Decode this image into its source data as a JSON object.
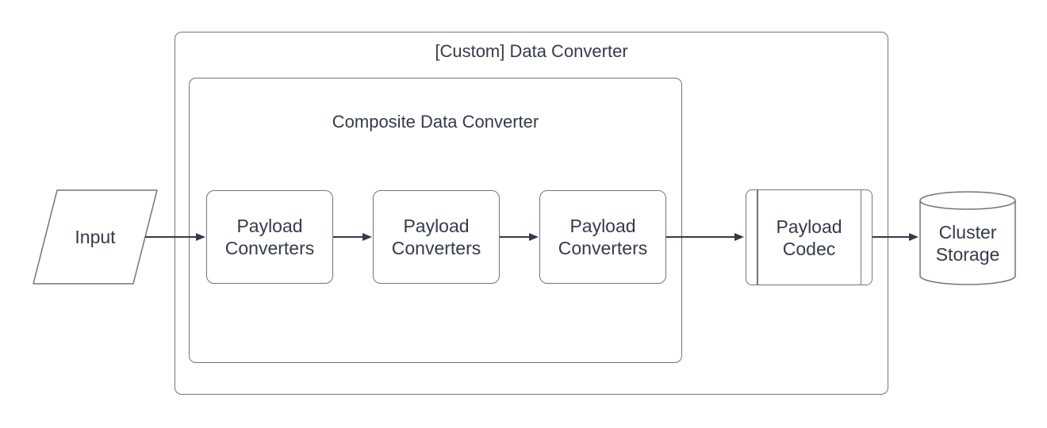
{
  "diagram": {
    "outer_container": {
      "title": "[Custom] Data Converter"
    },
    "inner_container": {
      "title": "Composite Data Converter"
    },
    "nodes": {
      "input": {
        "label": "Input",
        "shape": "parallelogram"
      },
      "payload_converters_1": {
        "label": "Payload Converters",
        "shape": "rounded-rectangle"
      },
      "payload_converters_2": {
        "label": "Payload Converters",
        "shape": "rounded-rectangle"
      },
      "payload_converters_3": {
        "label": "Payload Converters",
        "shape": "rounded-rectangle"
      },
      "payload_codec": {
        "label": "Payload Codec",
        "shape": "predefined-process"
      },
      "cluster_storage": {
        "label": "Cluster Storage",
        "shape": "cylinder"
      }
    },
    "connections": [
      {
        "from": "input",
        "to": "payload_converters_1"
      },
      {
        "from": "payload_converters_1",
        "to": "payload_converters_2"
      },
      {
        "from": "payload_converters_2",
        "to": "payload_converters_3"
      },
      {
        "from": "payload_converters_3",
        "to": "payload_codec"
      },
      {
        "from": "payload_codec",
        "to": "cluster_storage"
      }
    ],
    "colors": {
      "background": "#ffffff",
      "stroke": "#6f7480",
      "text": "#343b48",
      "arrow": "#343b48"
    }
  }
}
